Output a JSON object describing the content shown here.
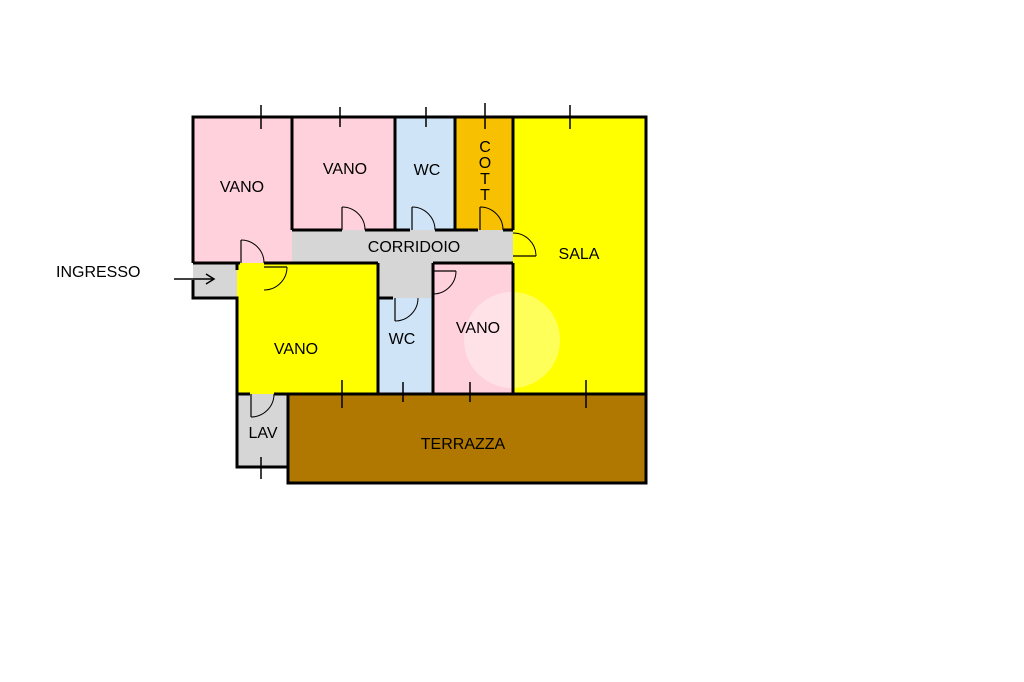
{
  "plan": {
    "entrance_label": "INGRESSO",
    "rooms": {
      "vano_top_left": {
        "label": "VANO",
        "color": "#ffd1dc"
      },
      "vano_top_mid": {
        "label": "VANO",
        "color": "#ffd1dc"
      },
      "wc_top": {
        "label": "WC",
        "color": "#cfe4f7"
      },
      "cottura": {
        "label": "COTT",
        "color": "#f7c000"
      },
      "sala": {
        "label": "SALA",
        "color": "#ffff00"
      },
      "corridoio": {
        "label": "CORRIDOIO",
        "color": "#d6d6d6"
      },
      "vano_bottom_left": {
        "label": "VANO",
        "color": "#ffff00"
      },
      "wc_bottom": {
        "label": "WC",
        "color": "#cfe4f7"
      },
      "vano_bottom_mid": {
        "label": "VANO",
        "color": "#ffd1dc"
      },
      "lav": {
        "label": "LAV",
        "color": "#d6d6d6"
      },
      "terrazza": {
        "label": "TERRAZZA",
        "color": "#b07800"
      }
    }
  }
}
